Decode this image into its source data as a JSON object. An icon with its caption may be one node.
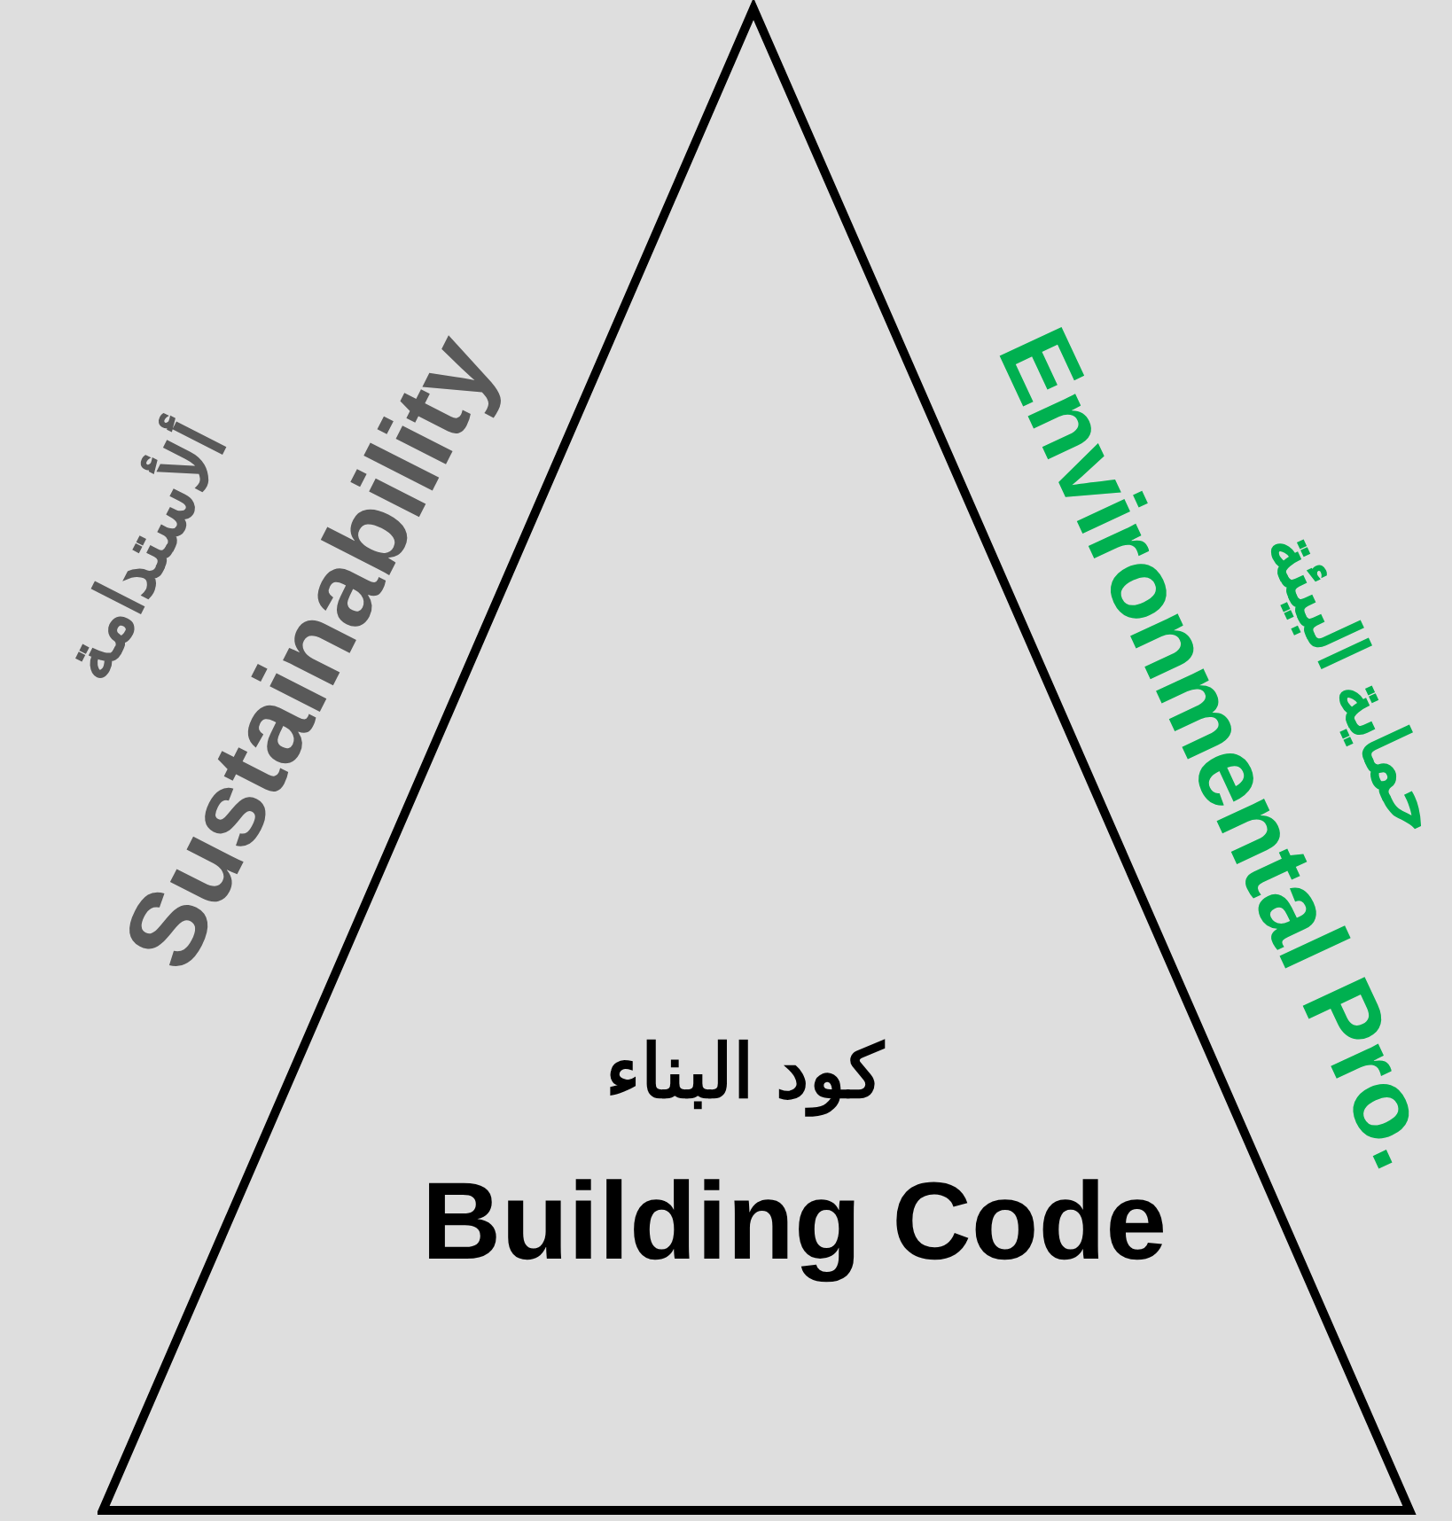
{
  "diagram": {
    "nodes": [
      {
        "text": [
          "كود البناء",
          "Building Code"
        ]
      }
    ],
    "edges": [],
    "labels": [
      "ألأستدامة",
      "Sustainability",
      "Environmental Pro.",
      "حماية البيئة"
    ]
  }
}
